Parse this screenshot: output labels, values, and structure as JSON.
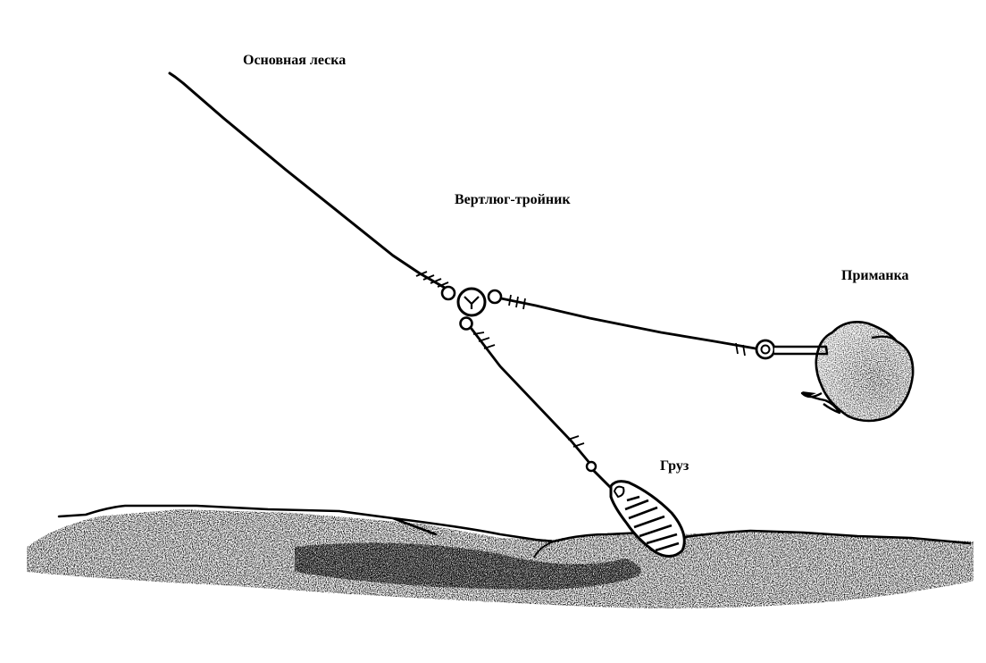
{
  "labels": {
    "main_line": "Основная леска",
    "swivel": "Вертлюг-тройник",
    "bait": "Приманка",
    "weight": "Груз"
  },
  "colors": {
    "ink": "#000000",
    "background": "#ffffff",
    "bottom_stipple": "#111111"
  }
}
